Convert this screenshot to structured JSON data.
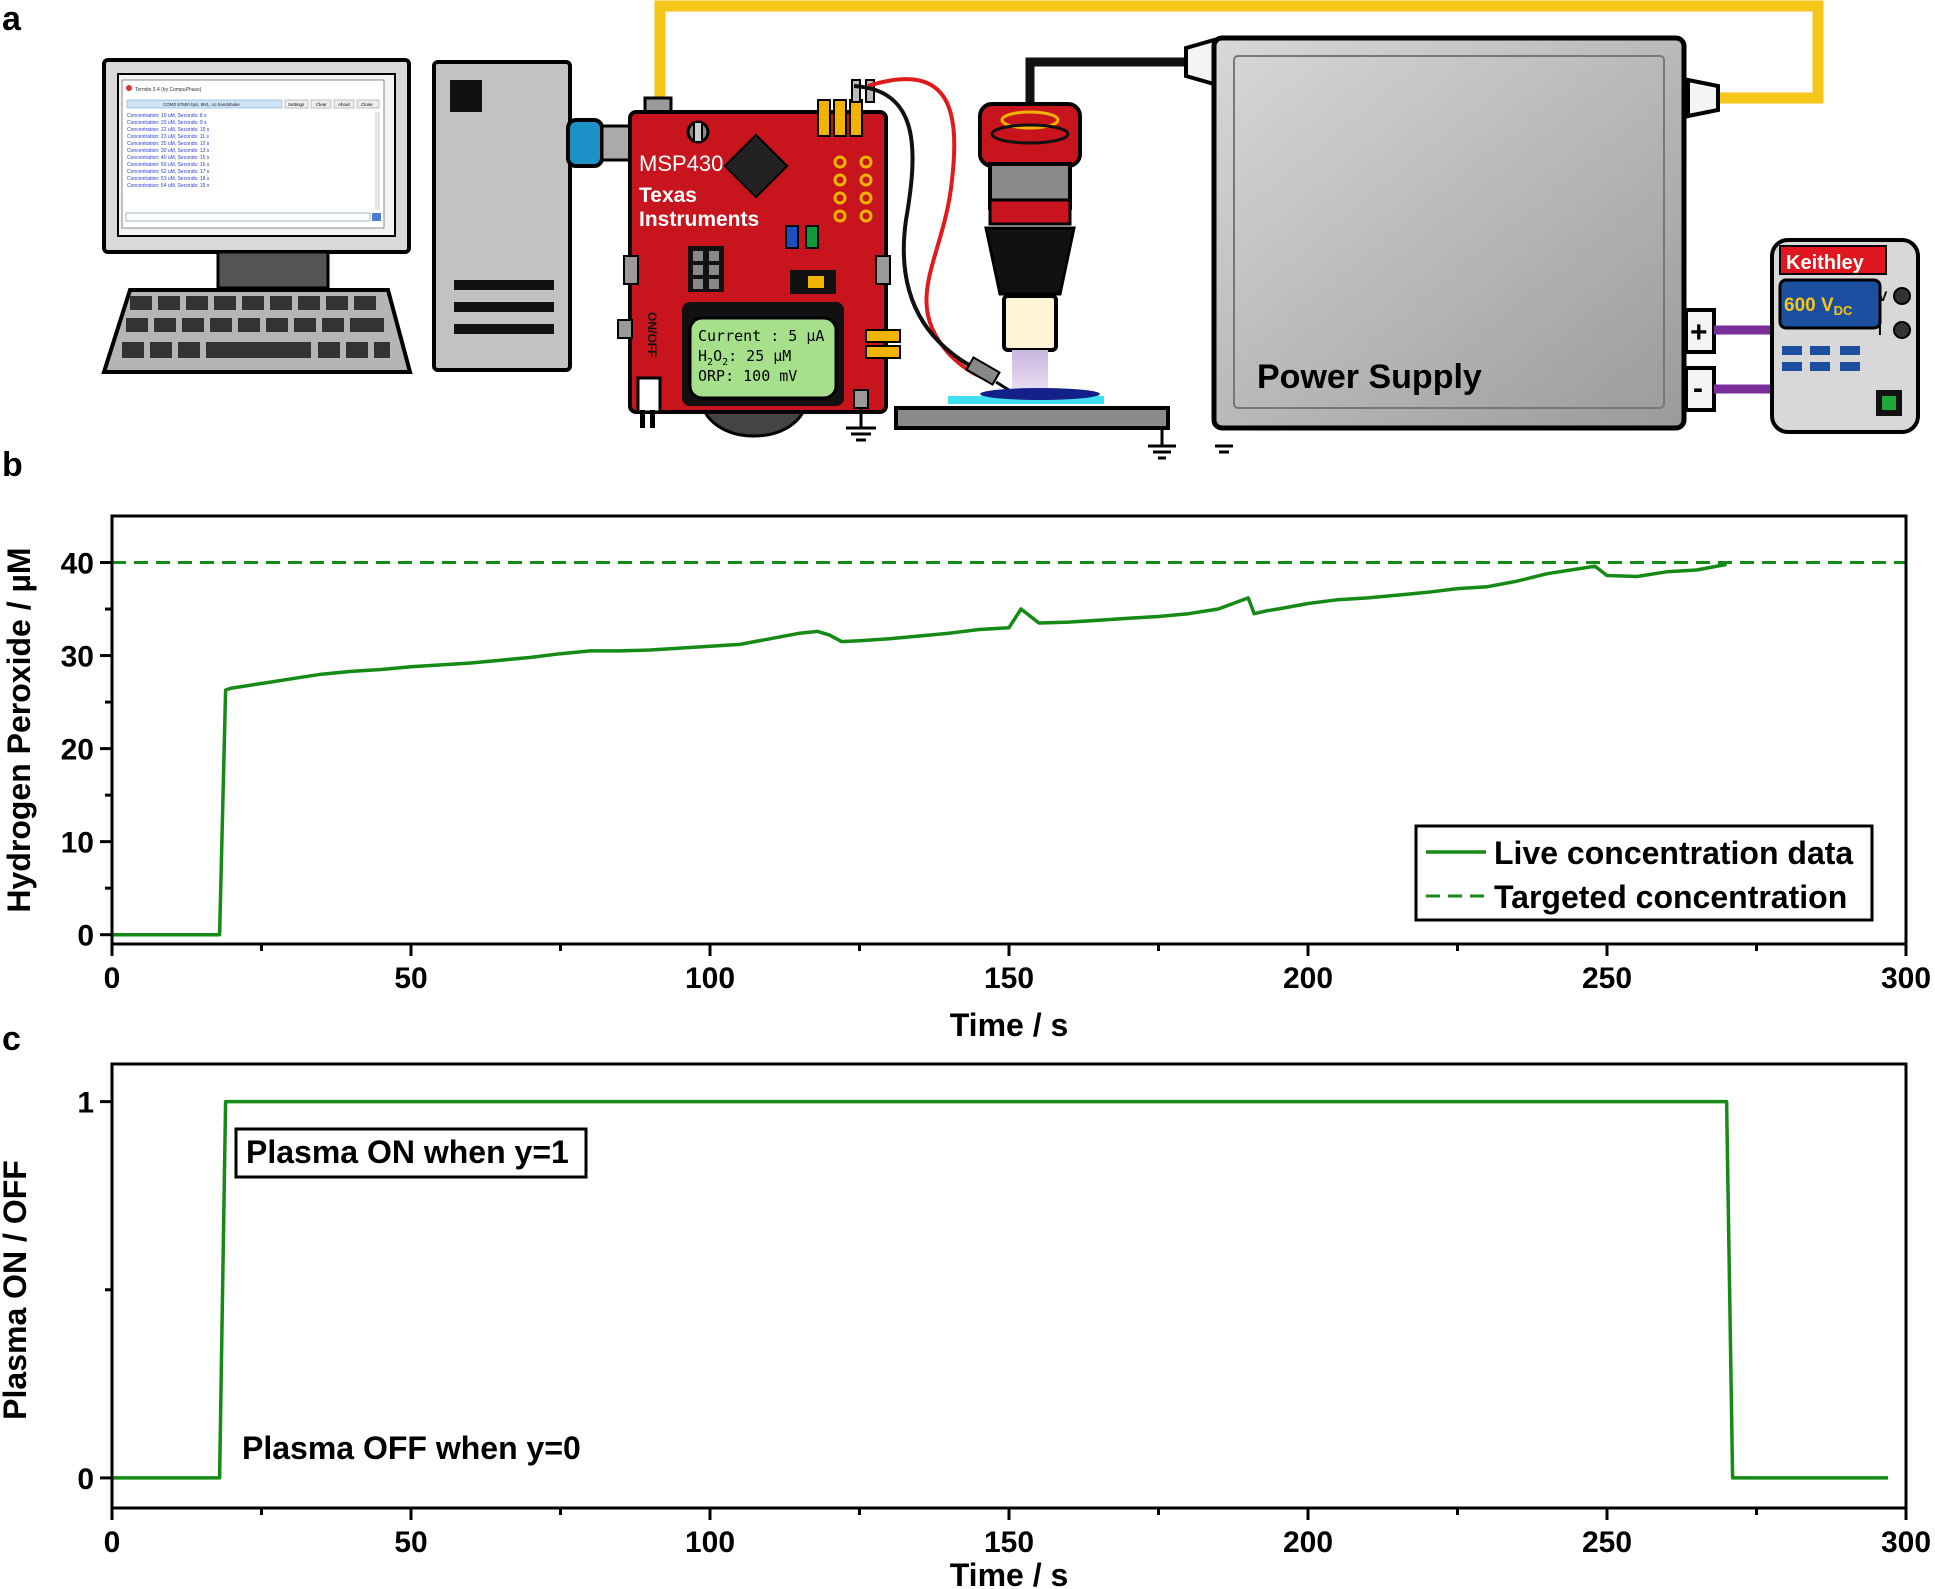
{
  "panels": {
    "a": "a",
    "b": "b",
    "c": "c"
  },
  "colors": {
    "series": "#168a16",
    "board": "#c8141c",
    "wire_yellow": "#f5c518",
    "wire_purple": "#7a2e9a",
    "keithley_red": "#e0161e",
    "lcd_green": "#a6e08a",
    "cyan": "#3fe0f0"
  },
  "setup": {
    "terminal": {
      "title": "Termite 3.4 (by CompuPhase)",
      "port_status": "COM3 57600 bps, 8N1, no handshake",
      "buttons": [
        "Settings",
        "Clear",
        "About",
        "Close"
      ],
      "lines": [
        "Concentration: 10 uM, Seconds: 8 s",
        "Concentration: 20 uM, Seconds: 9 s",
        "Concentration: 22 uM, Seconds: 10 s",
        "Concentration: 23 uM, Seconds: 11 s",
        "Concentration: 25 uM, Seconds: 12 s",
        "Concentration: 30 uM, Seconds: 13 s",
        "Concentration: 40 uM, Seconds: 15 s",
        "Concentration: 50 uM, Seconds: 16 s",
        "Concentration: 52 uM, Seconds: 17 s",
        "Concentration: 53 uM, Seconds: 18 s",
        "Concentration: 54 uM, Seconds: 19 s"
      ]
    },
    "board": {
      "chip": "MSP430",
      "brand_line1": "Texas",
      "brand_line2": "Instruments",
      "switch_label": "ON/OFF",
      "lcd_line1": "Current : 5 µA",
      "lcd_line2_pre": "H",
      "lcd_line2_sub1": "2",
      "lcd_line2_mid": "O",
      "lcd_line2_sub2": "2",
      "lcd_line2_post": ": 25 µM",
      "lcd_line3": "ORP: 100 mV"
    },
    "power_supply": {
      "label": "Power Supply",
      "plus": "+",
      "minus": "-"
    },
    "meter": {
      "brand": "Keithley",
      "reading": "600 V",
      "reading_sub": "DC",
      "v_label": "V",
      "i_label": "I"
    }
  },
  "chart_data": [
    {
      "type": "line",
      "panel": "b",
      "xlabel": "Time / s",
      "ylabel": "Hydrogen Peroxide / µM",
      "xlim": [
        0,
        300
      ],
      "ylim": [
        -1,
        45
      ],
      "xticks": [
        0,
        50,
        100,
        150,
        200,
        250,
        300
      ],
      "xtick_labels": [
        "0",
        "50",
        "100",
        "150",
        "200",
        "250",
        "300"
      ],
      "yticks": [
        0,
        10,
        20,
        30,
        40
      ],
      "ytick_labels": [
        "0",
        "10",
        "20",
        "30",
        "40"
      ],
      "legend_position": "bottom-right",
      "series": [
        {
          "name": "Live concentration data",
          "style": "solid",
          "x": [
            0,
            18,
            19,
            20,
            25,
            30,
            35,
            40,
            45,
            50,
            55,
            60,
            65,
            70,
            75,
            80,
            85,
            90,
            95,
            100,
            105,
            110,
            115,
            118,
            120,
            122,
            125,
            130,
            135,
            140,
            145,
            150,
            152,
            155,
            160,
            165,
            170,
            175,
            180,
            185,
            190,
            191,
            193,
            195,
            200,
            205,
            210,
            215,
            220,
            225,
            230,
            235,
            240,
            245,
            248,
            250,
            255,
            260,
            265,
            270
          ],
          "y": [
            0,
            0,
            26.3,
            26.5,
            27.0,
            27.5,
            28.0,
            28.3,
            28.5,
            28.8,
            29.0,
            29.2,
            29.5,
            29.8,
            30.2,
            30.5,
            30.5,
            30.6,
            30.8,
            31.0,
            31.2,
            31.8,
            32.4,
            32.6,
            32.2,
            31.5,
            31.6,
            31.8,
            32.1,
            32.4,
            32.8,
            33.0,
            35.0,
            33.5,
            33.6,
            33.8,
            34.0,
            34.2,
            34.5,
            35.0,
            36.2,
            34.5,
            34.8,
            35.0,
            35.6,
            36.0,
            36.2,
            36.5,
            36.8,
            37.2,
            37.4,
            38.0,
            38.8,
            39.3,
            39.6,
            38.6,
            38.5,
            39.0,
            39.2,
            39.8
          ]
        },
        {
          "name": "Targeted concentration",
          "style": "dashed",
          "x": [
            0,
            300
          ],
          "y": [
            40,
            40
          ]
        }
      ]
    },
    {
      "type": "line",
      "panel": "c",
      "xlabel": "Time / s",
      "ylabel": "Plasma ON / OFF",
      "xlim": [
        0,
        300
      ],
      "ylim": [
        -0.08,
        1.1
      ],
      "xticks": [
        0,
        50,
        100,
        150,
        200,
        250,
        300
      ],
      "xtick_labels": [
        "0",
        "50",
        "100",
        "150",
        "200",
        "250",
        "300"
      ],
      "yticks": [
        0,
        1
      ],
      "ytick_labels": [
        "0",
        "1"
      ],
      "annotations": [
        "Plasma ON when y=1",
        "Plasma OFF when y=0"
      ],
      "series": [
        {
          "style": "solid",
          "x": [
            0,
            18,
            19,
            270,
            271,
            297
          ],
          "y": [
            0,
            0,
            1,
            1,
            0,
            0
          ]
        }
      ]
    }
  ]
}
